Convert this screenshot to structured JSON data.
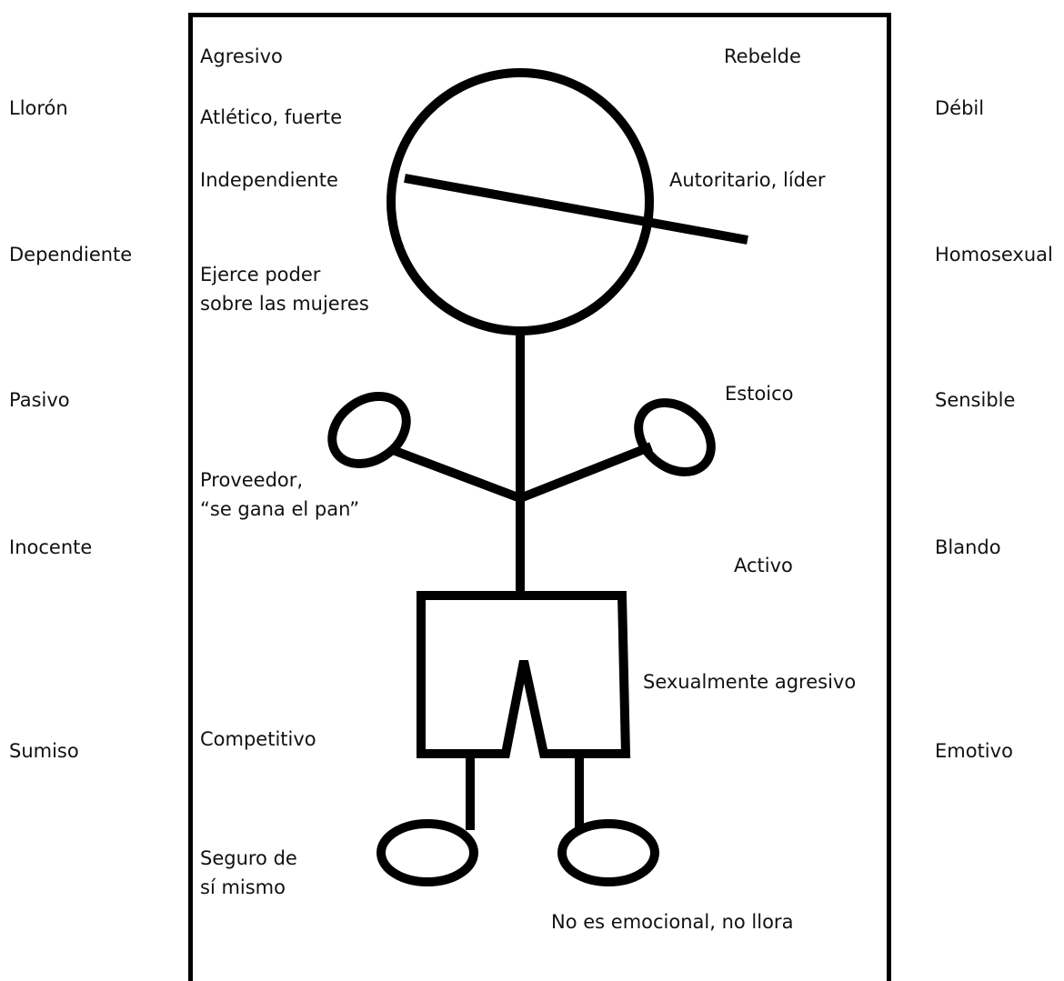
{
  "outside_left": [
    "Llorón",
    "Dependiente",
    "Pasivo",
    "Inocente",
    "Sumiso"
  ],
  "outside_right": [
    "Débil",
    "Homosexual",
    "Sensible",
    "Blando",
    "Emotivo"
  ],
  "inside": {
    "agresivo": "Agresivo",
    "rebelde": "Rebelde",
    "atletico": "Atlético, fuerte",
    "independiente": "Independiente",
    "autoritario": "Autoritario, líder",
    "ejerce_line1": "Ejerce poder",
    "ejerce_line2": "sobre las mujeres",
    "estoico": "Estoico",
    "proveedor_line1": "Proveedor,",
    "proveedor_line2": "“se gana el pan”",
    "activo": "Activo",
    "sexualmente": "Sexualmente agresivo",
    "competitivo": "Competitivo",
    "seguro_line1": "Seguro de",
    "seguro_line2": "sí mismo",
    "no_emocional": "No es emocional, no llora"
  },
  "colors": {
    "stroke": "#000000",
    "text": "#111111",
    "background": "#ffffff"
  }
}
